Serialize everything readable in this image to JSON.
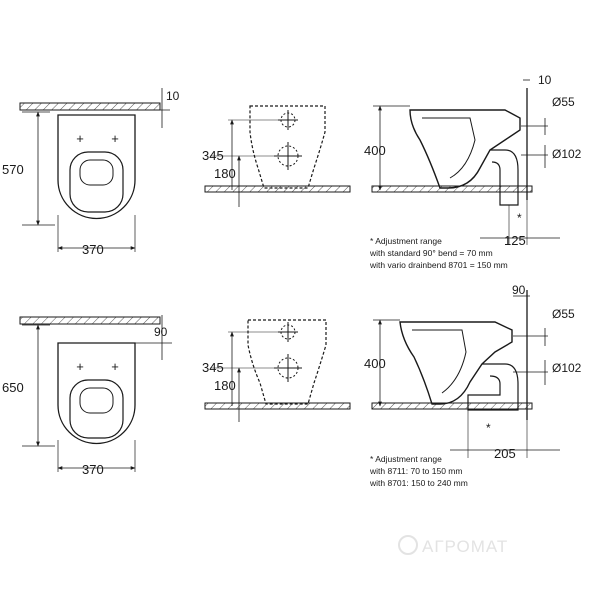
{
  "top_row": {
    "plan": {
      "width": "370",
      "depth": "570",
      "wall_gap": "10"
    },
    "front": {
      "height_upper": "345",
      "height_lower": "180"
    },
    "side": {
      "height": "400",
      "gap": "10",
      "pipe_upper": "Ø55",
      "pipe_lower": "Ø102",
      "offset": "125",
      "note_lines": [
        "* Adjustment range",
        "with standard 90° bend = 70 mm",
        "with vario drainbend 8701 = 150 mm"
      ]
    }
  },
  "bottom_row": {
    "plan": {
      "width": "370",
      "depth": "650",
      "wall_gap": "90"
    },
    "front": {
      "height_upper": "345",
      "height_lower": "180"
    },
    "side": {
      "height": "400",
      "gap": "90",
      "pipe_upper": "Ø55",
      "pipe_lower": "Ø102",
      "offset": "205",
      "note_lines": [
        "* Adjustment range",
        "with 8711: 70 to 150 mm",
        "with 8701: 150 to 240 mm"
      ]
    }
  },
  "watermark": "АГРОМАТ"
}
